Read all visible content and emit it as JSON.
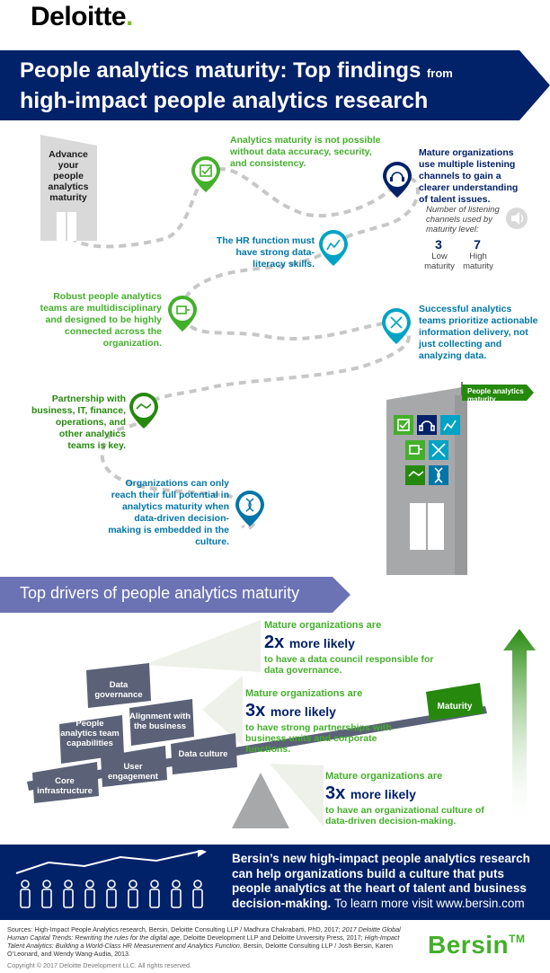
{
  "header": {
    "logo_text": "Deloitte",
    "logo_dot": ".",
    "title_line1": "People analytics maturity: Top findings",
    "title_from": "from",
    "title_line2": "high-impact people analytics research"
  },
  "journey": {
    "start_building": "Advance your people analytics maturity",
    "findings": [
      {
        "text": "Analytics maturity is not possible without data accuracy, security, and consistency.",
        "icon": "checkbox-icon"
      },
      {
        "text": "Mature organizations use multiple listening channels to gain a clearer understanding of talent issues.",
        "icon": "headset-icon"
      },
      {
        "text": "The HR function must have strong data-literacy skills.",
        "icon": "chart-person-icon"
      },
      {
        "text": "Robust people analytics teams are multidisciplinary and designed to be highly connected across the organization.",
        "icon": "network-icon"
      },
      {
        "text": "Successful analytics teams prioritize actionable information delivery, not just collecting and analyzing data.",
        "icon": "expand-arrows-icon"
      },
      {
        "text": "Partnership with business, IT, finance, operations, and other analytics teams is key.",
        "icon": "handshake-icon"
      },
      {
        "text": "Organizations can only reach their full potential in analytics maturity when data-driven decision-making is embedded in the culture.",
        "icon": "dna-icon"
      }
    ],
    "listening": {
      "label": "Number of listening channels used by maturity level:",
      "low_value": "3",
      "low_label": "Low maturity",
      "high_value": "7",
      "high_label": "High maturity"
    },
    "end_flag": "People analytics maturity"
  },
  "drivers": {
    "title": "Top drivers of people analytics maturity",
    "blocks": [
      "Data governance",
      "People analytics team capabilities",
      "Alignment with the business",
      "Core infrastructure",
      "User engagement",
      "Data culture"
    ],
    "maturity_label": "Maturity",
    "stats": [
      {
        "pre": "Mature organizations are",
        "big": "2x",
        "big_suffix": "more likely",
        "post": "to have a data council responsible for data governance."
      },
      {
        "pre": "Mature organizations are",
        "big": "3x",
        "big_suffix": "more likely",
        "post": "to have strong partnerships with business units and corporate functions."
      },
      {
        "pre": "Mature organizations are",
        "big": "3x",
        "big_suffix": "more likely",
        "post": "to have an organizational culture of data-driven decision-making."
      }
    ]
  },
  "bottom": {
    "text": "Bersin’s new high-impact people analytics research can help organizations build a culture that puts people analytics at the heart of talent and business decision-making.",
    "learn_more": "To learn more visit www.bersin.com"
  },
  "footer": {
    "sources_prefix": "Sources: High-Impact People Analytics research, Bersin, Deloitte Consulting LLP / Madhura Chakrabarti, PhD, 2017;",
    "sources_italic1": "2017 Deloitte Global Human Capital Trends: Rewriting the rules for the digital age",
    "sources_mid": ", Deloitte Development LLP and Deloitte University Press, 2017;",
    "sources_italic2": "High-Impact Talent Analytics: Building a World-Class HR Measurement and Analytics Function",
    "sources_suffix": ", Bersin, Deloitte Consulting LLP / Josh Bersin, Karen O’Leonard, and Wendy Wang-Audia, 2013.",
    "copyright": "Copyright © 2017 Deloitte Development LLC. All rights reserved.",
    "brand": "Bersin",
    "brand_mark": "TM"
  },
  "colors": {
    "navy": "#012169",
    "green": "#43b02a",
    "blue": "#0076a8",
    "teal": "#00a3c4",
    "dark_green": "#26890d",
    "slate": "#5b6277",
    "purple_banner": "#6b73b4"
  }
}
